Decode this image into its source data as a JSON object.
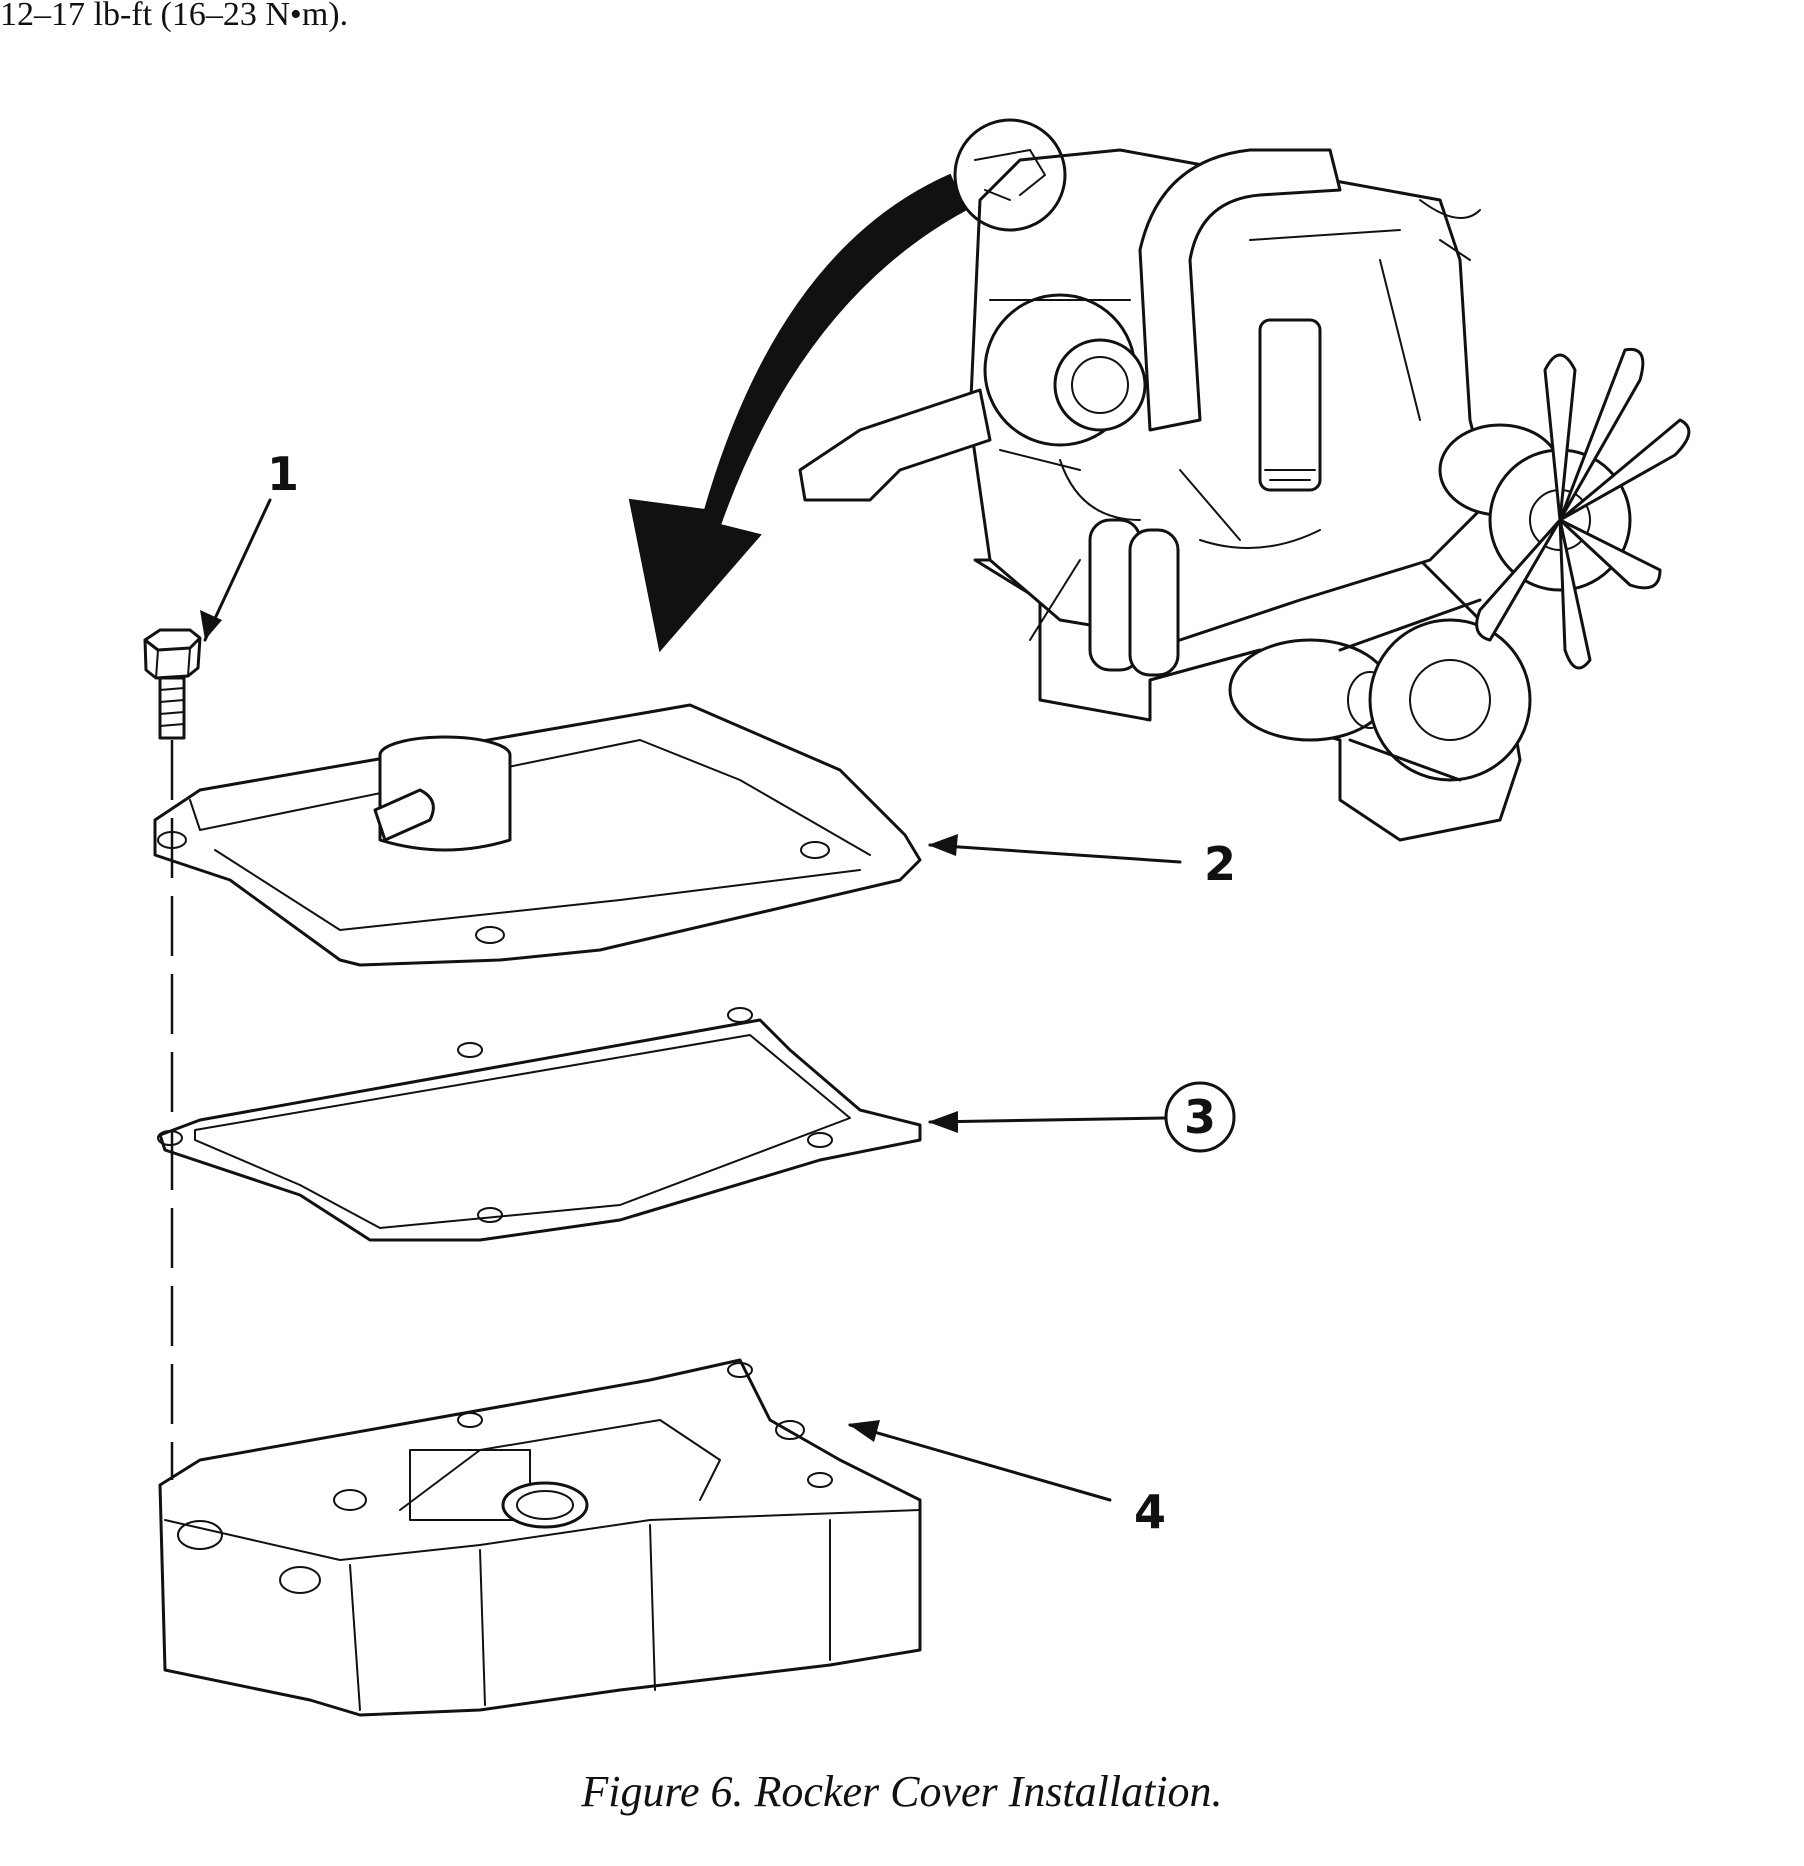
{
  "torque_spec": "12–17 lb-ft (16–23 N•m).",
  "callouts": {
    "c1": "1",
    "c2": "2",
    "c3": "3",
    "c4": "4"
  },
  "caption": "Figure 6. Rocker Cover Installation.",
  "colors": {
    "ink": "#111111",
    "paper": "#ffffff"
  }
}
